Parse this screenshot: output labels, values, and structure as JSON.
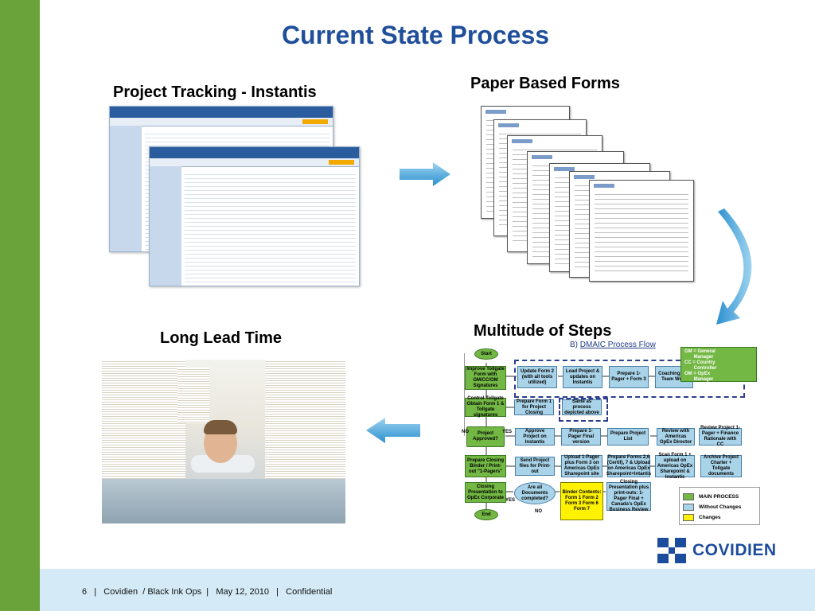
{
  "slide": {
    "title": "Current State Process",
    "sections": {
      "tracking": "Project Tracking - Instantis",
      "forms": "Paper Based Forms",
      "lead_time": "Long Lead Time",
      "steps": "Multitude of Steps"
    }
  },
  "flowchart": {
    "prefix": "B)",
    "title": "DMAIC Process Flow",
    "nodes": {
      "start": "Start",
      "improve": "Improve Tollgate Form with GM/CC/OM Signatures",
      "update_form2": "Update Form 2 (with all tools utilized)",
      "load_project": "Load Project & updates on Instantis",
      "prepare_onepager": "Prepare 1-Pager + Form 3",
      "coaching": "Coaching and Team Work",
      "control": "Control Tollgate Obtain Form 1 & Tollgate signatures",
      "prep_form1": "Prepare Form 1 for Project Closing",
      "same_as": "Same as process depicted above",
      "approved": "Project Approved?",
      "approve_instantis": "Approve Project on Instantis",
      "onepager_final": "Prepare 1-Pager Final version",
      "prep_list": "Prepare Project List",
      "review_opex": "Review with Americas OpEx Director",
      "review_cc": "Review Project 1-Pager + Finance Rationale with CC",
      "prep_binder": "Prepare Closing Binder / Print-out \"1-Pagers\"",
      "send_files": "Send Project files for Print-out",
      "upload": "Upload 1-Pager plus Form 3 on Americas OpEx Sharepoint site",
      "prep_forms": "Prepare Forms 2,6 (Certif), 7 & Upload on Americas OpEx Sharepoint+Intantis",
      "scan": "Scan Form 1 + upload on Americas OpEx Sharepoint & Instantis",
      "archive": "Archive Project Charter + Tollgate documents",
      "closing_pres": "Closing Presentation to OpEx Corporate",
      "all_docs": "Are all Documents completed?",
      "binder_contents": "Binder Contents: Form 1 Form 2 Form 3 Form 6 Form 7",
      "closing_pres2": "Closing Presentation plus print-outs: 1-Pager Final + Canada's OpEx Business Review",
      "end": "End",
      "no": "NO",
      "yes": "YES"
    },
    "role_legend": "GM = General\n       Manager\nCC = Country\n       Controller\nOM = OpEx\n       Manager",
    "legend": [
      {
        "label": "MAIN PROCESS",
        "color": "#73b844"
      },
      {
        "label": "Without Changes",
        "color": "#a9d3e8"
      },
      {
        "label": "Changes",
        "color": "#fff200"
      }
    ]
  },
  "logo": {
    "name": "COVIDIEN"
  },
  "footer": {
    "text": "6   |   Covidien  / Black Ink Ops  |   May 12, 2010   |   Confidential"
  },
  "colors": {
    "accent": "#6aa339",
    "title": "#1f4e9a",
    "footer_bg": "#d4ebf7",
    "brand": "#1c4d9c"
  }
}
